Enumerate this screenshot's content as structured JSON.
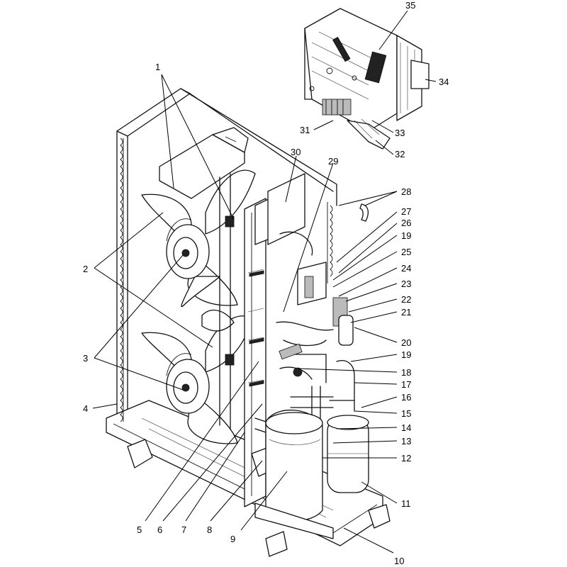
{
  "callouts": {
    "c1": "1",
    "c2": "2",
    "c3": "3",
    "c4": "4",
    "c5": "5",
    "c6": "6",
    "c7": "7",
    "c8": "8",
    "c9": "9",
    "c10": "10",
    "c11": "11",
    "c12": "12",
    "c13": "13",
    "c14": "14",
    "c15": "15",
    "c16": "16",
    "c17": "17",
    "c18": "18",
    "c19a": "19",
    "c19b": "19",
    "c20": "20",
    "c21": "21",
    "c22": "22",
    "c23": "23",
    "c24": "24",
    "c25": "25",
    "c26": "26",
    "c27": "27",
    "c28": "28",
    "c29": "29",
    "c30": "30",
    "c31": "31",
    "c32": "32",
    "c33": "33",
    "c34": "34",
    "c35": "35"
  }
}
